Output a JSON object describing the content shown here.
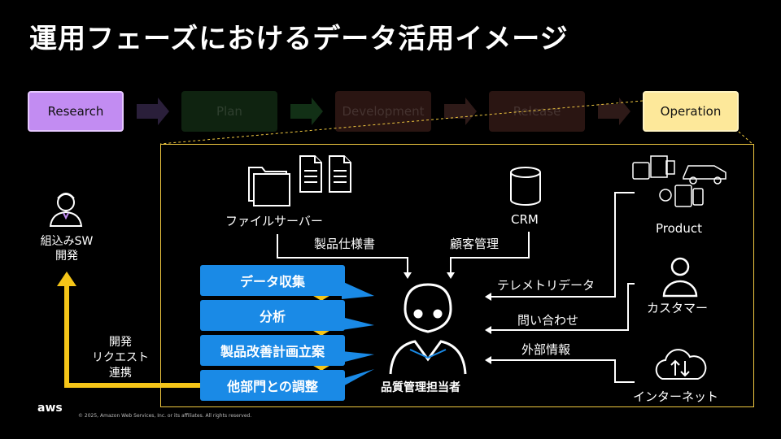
{
  "title": "運用フェーズにおけるデータ活用イメージ",
  "phases": [
    "Research",
    "Plan",
    "Development",
    "Release",
    "Operation"
  ],
  "sources": {
    "file_server": "ファイルサーバー",
    "crm": "CRM",
    "product": "Product",
    "customer": "カスタマー",
    "internet": "インターネット"
  },
  "flows": {
    "spec": "製品仕様書",
    "customer_mgmt": "顧客管理",
    "telemetry": "テレメトリデータ",
    "inquiry": "問い合わせ",
    "external": "外部情報"
  },
  "tasks": [
    "データ収集",
    "分析",
    "製品改善計画立案",
    "他部門との調整"
  ],
  "person": "品質管理担当者",
  "embedded_sw": [
    "組込みSW",
    "開発"
  ],
  "request": [
    "開発",
    "リクエスト",
    "連携"
  ],
  "logo": "aws",
  "footer": "© 2025, Amazon Web Services, Inc. or its affiliates. All rights reserved.",
  "colors": {
    "accent_yellow": "#f5c518",
    "task_blue": "#1a8ae6",
    "research": "#c28cf2",
    "operation": "#fde89a"
  }
}
